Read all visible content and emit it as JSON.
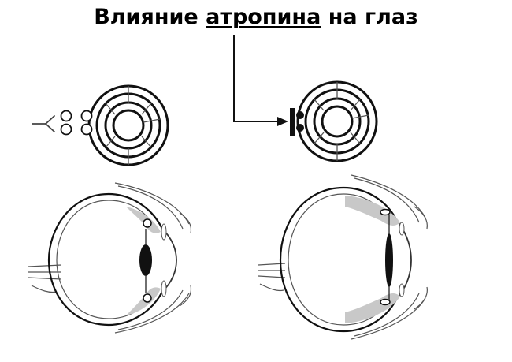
{
  "title": {
    "before": "Влияние ",
    "drug": "атропина",
    "after": " на глаз"
  },
  "colors": {
    "ink": "#111111",
    "line": "#555555",
    "muscle_fill": "#c8c8c8",
    "background": "#ffffff"
  },
  "icons": {
    "antagonist": "y-shaped-molecule",
    "receptor": "muscarinic-receptor-circle",
    "arrow": "arrow-right"
  }
}
